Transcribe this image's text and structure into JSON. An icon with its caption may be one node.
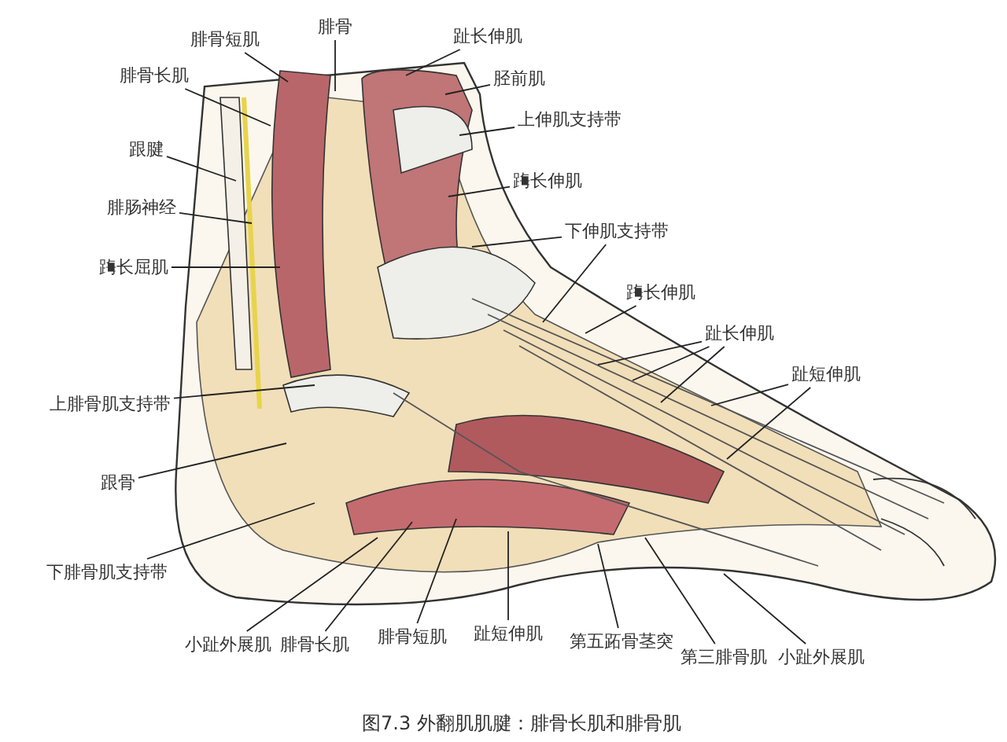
{
  "diagram": {
    "caption": "图7.3 外翻肌肌腱：腓骨长肌和腓骨肌",
    "nodes": [
      {
        "text": [
          "腓骨短肌"
        ]
      },
      {
        "text": [
          "腓骨"
        ]
      },
      {
        "text": [
          "趾长伸肌"
        ]
      },
      {
        "text": [
          "胫前肌"
        ]
      },
      {
        "text": [
          "腓骨长肌"
        ]
      },
      {
        "text": [
          "上伸肌支持带"
        ]
      },
      {
        "text": [
          "跟腱"
        ]
      },
      {
        "text": [
          "腓肠神经"
        ]
      },
      {
        "text": [
          "踇长屈肌"
        ]
      },
      {
        "text": [
          "踇长伸肌"
        ]
      },
      {
        "text": [
          "下伸肌支持带"
        ]
      },
      {
        "text": [
          "踇长伸肌"
        ]
      },
      {
        "text": [
          "趾长伸肌"
        ]
      },
      {
        "text": [
          "趾短伸肌"
        ]
      },
      {
        "text": [
          "上腓骨肌支持带"
        ]
      },
      {
        "text": [
          "跟骨"
        ]
      },
      {
        "text": [
          "下腓骨肌支持带"
        ]
      },
      {
        "text": [
          "小趾外展肌"
        ]
      },
      {
        "text": [
          "腓骨长肌"
        ]
      },
      {
        "text": [
          "腓骨短肌"
        ]
      },
      {
        "text": [
          "趾短伸肌"
        ]
      },
      {
        "text": [
          "第五跖骨茎突"
        ]
      },
      {
        "text": [
          "第三腓骨肌"
        ]
      },
      {
        "text": [
          "小趾外展肌"
        ]
      }
    ],
    "edges": [
      {
        "from": 0,
        "to": null,
        "arrow": "none"
      },
      {
        "from": 1,
        "to": null,
        "arrow": "none"
      },
      {
        "from": 2,
        "to": null,
        "arrow": "none"
      },
      {
        "from": 3,
        "to": null,
        "arrow": "none"
      },
      {
        "from": 4,
        "to": null,
        "arrow": "none"
      },
      {
        "from": 5,
        "to": null,
        "arrow": "none"
      },
      {
        "from": 6,
        "to": null,
        "arrow": "none"
      },
      {
        "from": 7,
        "to": null,
        "arrow": "none"
      },
      {
        "from": 8,
        "to": null,
        "arrow": "none"
      },
      {
        "from": 9,
        "to": null,
        "arrow": "none"
      },
      {
        "from": 10,
        "to": null,
        "arrow": "none"
      },
      {
        "from": 10,
        "to": null,
        "arrow": "none"
      },
      {
        "from": 11,
        "to": null,
        "arrow": "none"
      },
      {
        "from": 12,
        "to": null,
        "arrow": "none"
      },
      {
        "from": 12,
        "to": null,
        "arrow": "none"
      },
      {
        "from": 12,
        "to": null,
        "arrow": "none"
      },
      {
        "from": 13,
        "to": null,
        "arrow": "none"
      },
      {
        "from": 13,
        "to": null,
        "arrow": "none"
      },
      {
        "from": 14,
        "to": null,
        "arrow": "none"
      },
      {
        "from": 15,
        "to": null,
        "arrow": "none"
      },
      {
        "from": 16,
        "to": null,
        "arrow": "none"
      },
      {
        "from": 17,
        "to": null,
        "arrow": "none"
      },
      {
        "from": 18,
        "to": null,
        "arrow": "none"
      },
      {
        "from": 19,
        "to": null,
        "arrow": "none"
      },
      {
        "from": 20,
        "to": null,
        "arrow": "none"
      },
      {
        "from": 21,
        "to": null,
        "arrow": "none"
      },
      {
        "from": 22,
        "to": null,
        "arrow": "none"
      },
      {
        "from": 23,
        "to": null,
        "arrow": "none"
      }
    ]
  }
}
